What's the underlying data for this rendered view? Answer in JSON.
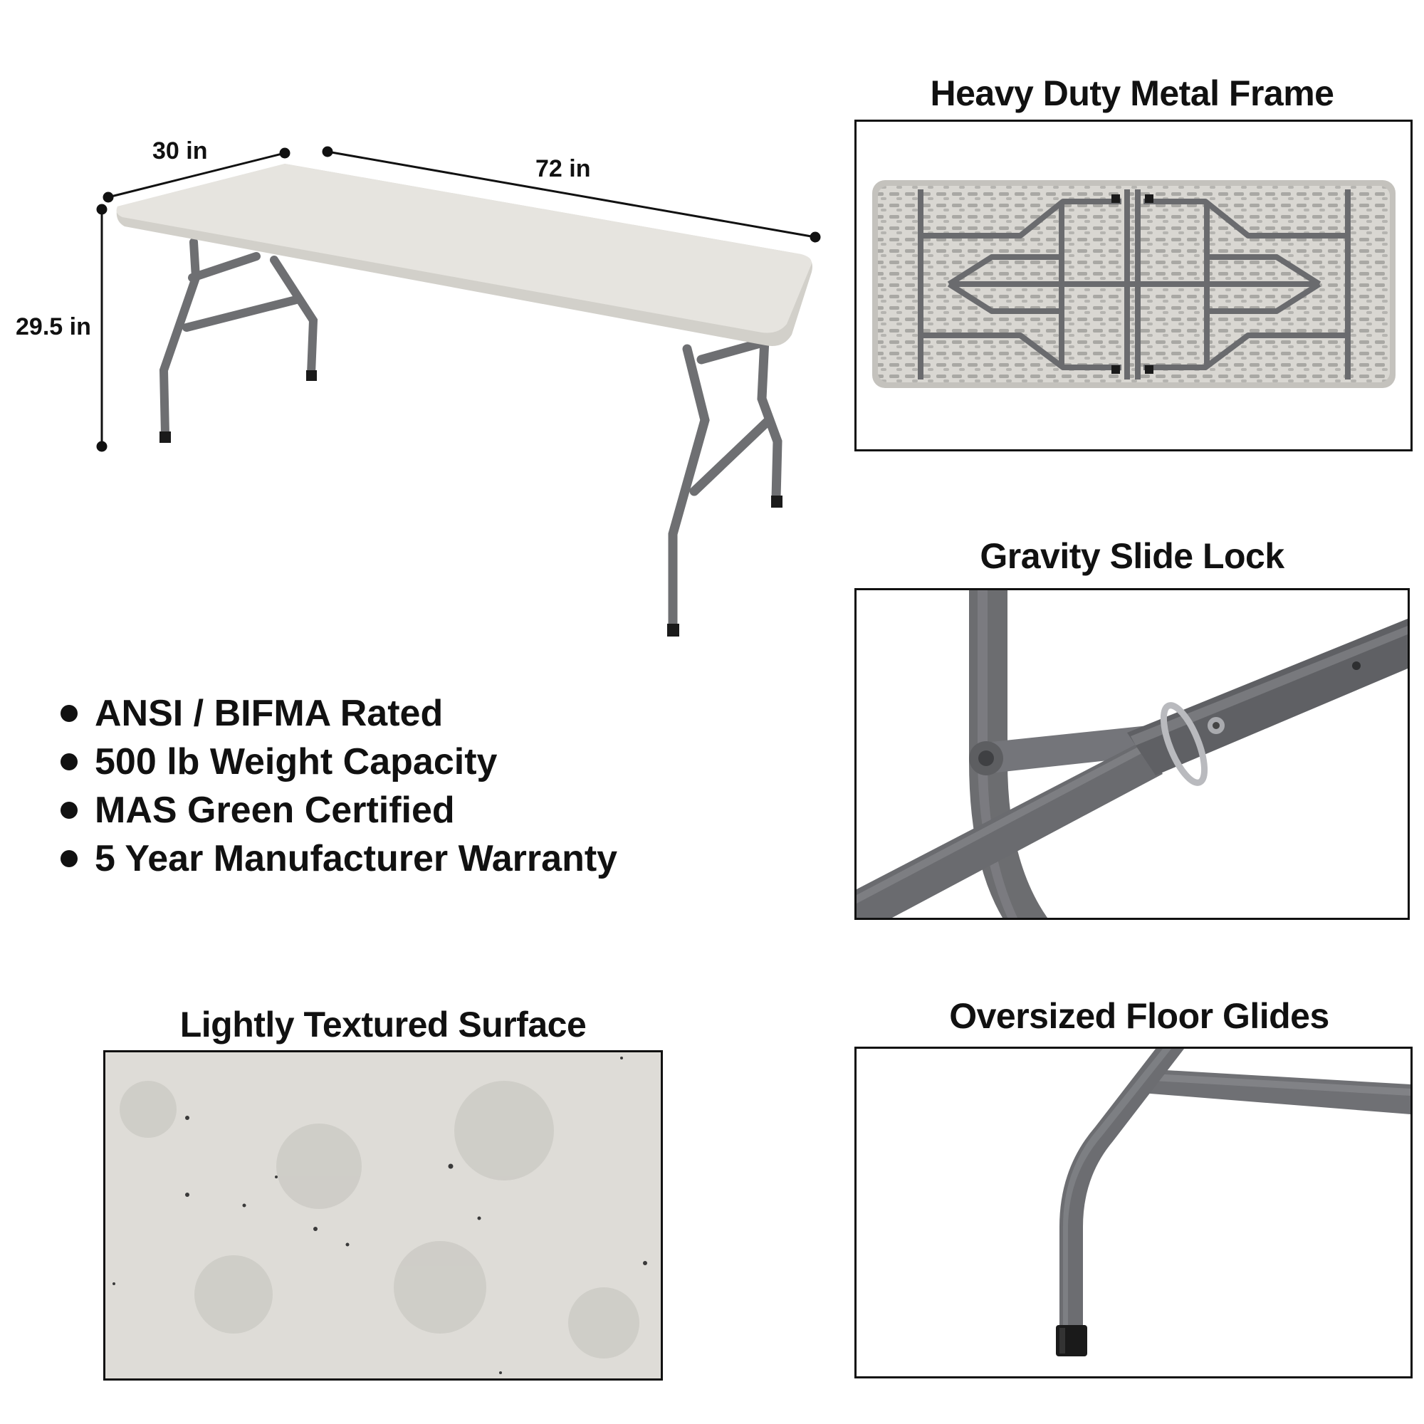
{
  "dimensions": {
    "width": "30 in",
    "length": "72 in",
    "height": "29.5 in"
  },
  "features": [
    "ANSI / BIFMA Rated",
    "500 lb Weight Capacity",
    "MAS Green Certified",
    "5 Year Manufacturer Warranty"
  ],
  "panels": {
    "frame": {
      "title": "Heavy Duty Metal Frame"
    },
    "lock": {
      "title": "Gravity Slide Lock"
    },
    "surface": {
      "title": "Lightly Textured Surface"
    },
    "glides": {
      "title": "Oversized Floor Glides"
    }
  },
  "colors": {
    "tabletop": "#e3e1dc",
    "frame_metal": "#6e6f72",
    "glide": "#1a1a1a",
    "surface_texture": "#dedcd7"
  }
}
